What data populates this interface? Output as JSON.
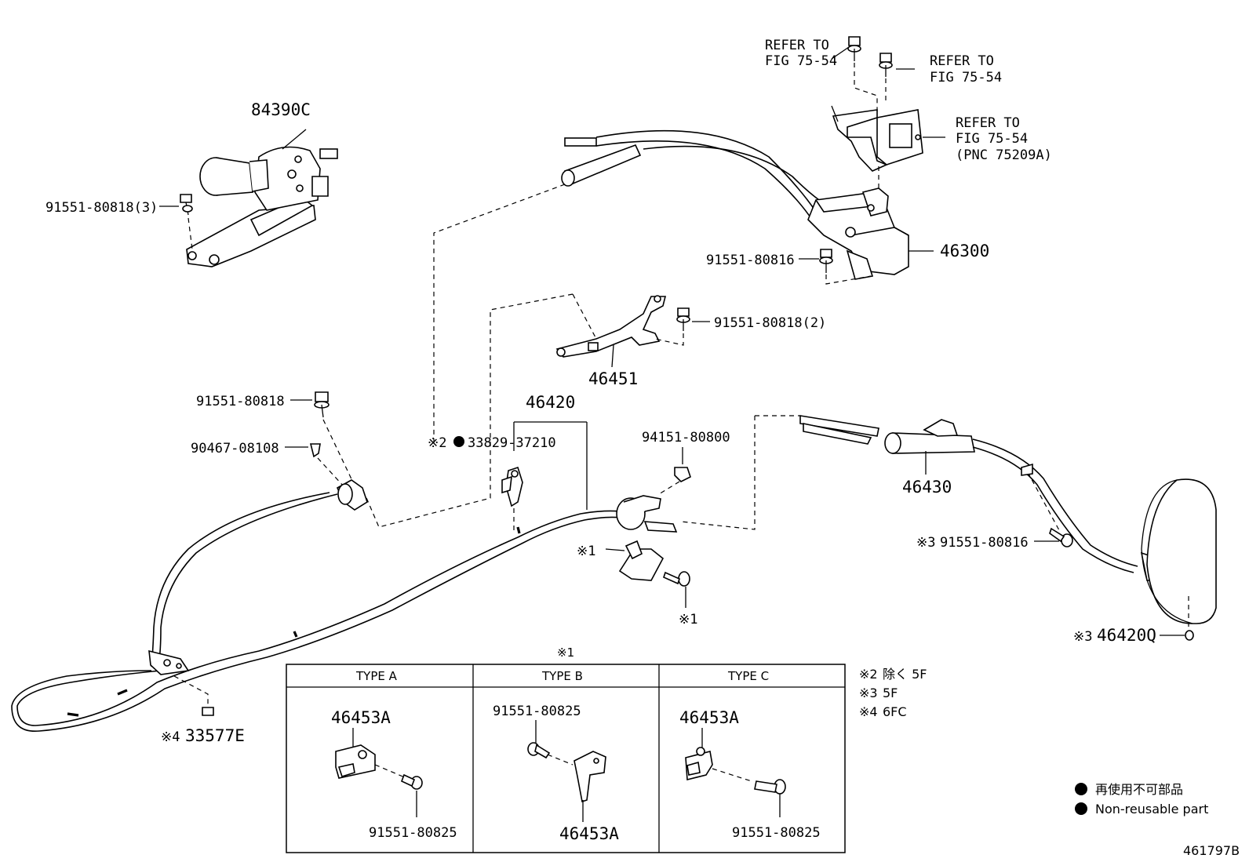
{
  "diagram": {
    "labels": {
      "refer_top_left": [
        "REFER TO",
        "FIG 75-54"
      ],
      "refer_top_right": [
        "REFER TO",
        "FIG 75-54"
      ],
      "refer_bracket": [
        "REFER TO",
        "FIG 75-54",
        "(PNC 75209A)"
      ],
      "p84390c": "84390C",
      "p91551_80818_3": "91551-80818(3)",
      "p46300": "46300",
      "p91551_80816_top": "91551-80816",
      "p91551_80818_2": "91551-80818(2)",
      "p46451": "46451",
      "p46420": "46420",
      "p91551_80818": "91551-80818",
      "p90467_08108": "90467-08108",
      "mark2_33829": "※2",
      "p33829_37210": "33829-37210",
      "p94151_80800": "94151-80800",
      "p46430": "46430",
      "mark1_left": "※1",
      "mark1_bottom": "※1",
      "mark3_91551": "※3",
      "p91551_80816_right": "91551-80816",
      "mark3_46420q": "※3",
      "p46420q": "46420Q",
      "mark4_33577e": "※4",
      "p33577e": "33577E",
      "table_mark": "※1",
      "diagram_id": "461797B"
    },
    "table": {
      "headers": [
        "TYPE A",
        "TYPE B",
        "TYPE C"
      ],
      "type_a": {
        "part_top": "46453A",
        "part_bottom": "91551-80825"
      },
      "type_b": {
        "part_top": "91551-80825",
        "part_bottom": "46453A"
      },
      "type_c": {
        "part_top": "46453A",
        "part_bottom": "91551-80825"
      }
    },
    "notes": [
      {
        "mark": "※2",
        "text": "除く 5F"
      },
      {
        "mark": "※3",
        "text": "5F"
      },
      {
        "mark": "※4",
        "text": "6FC"
      }
    ],
    "legend": [
      {
        "text": "再使用不可部品"
      },
      {
        "text": "Non-reusable part"
      }
    ]
  }
}
